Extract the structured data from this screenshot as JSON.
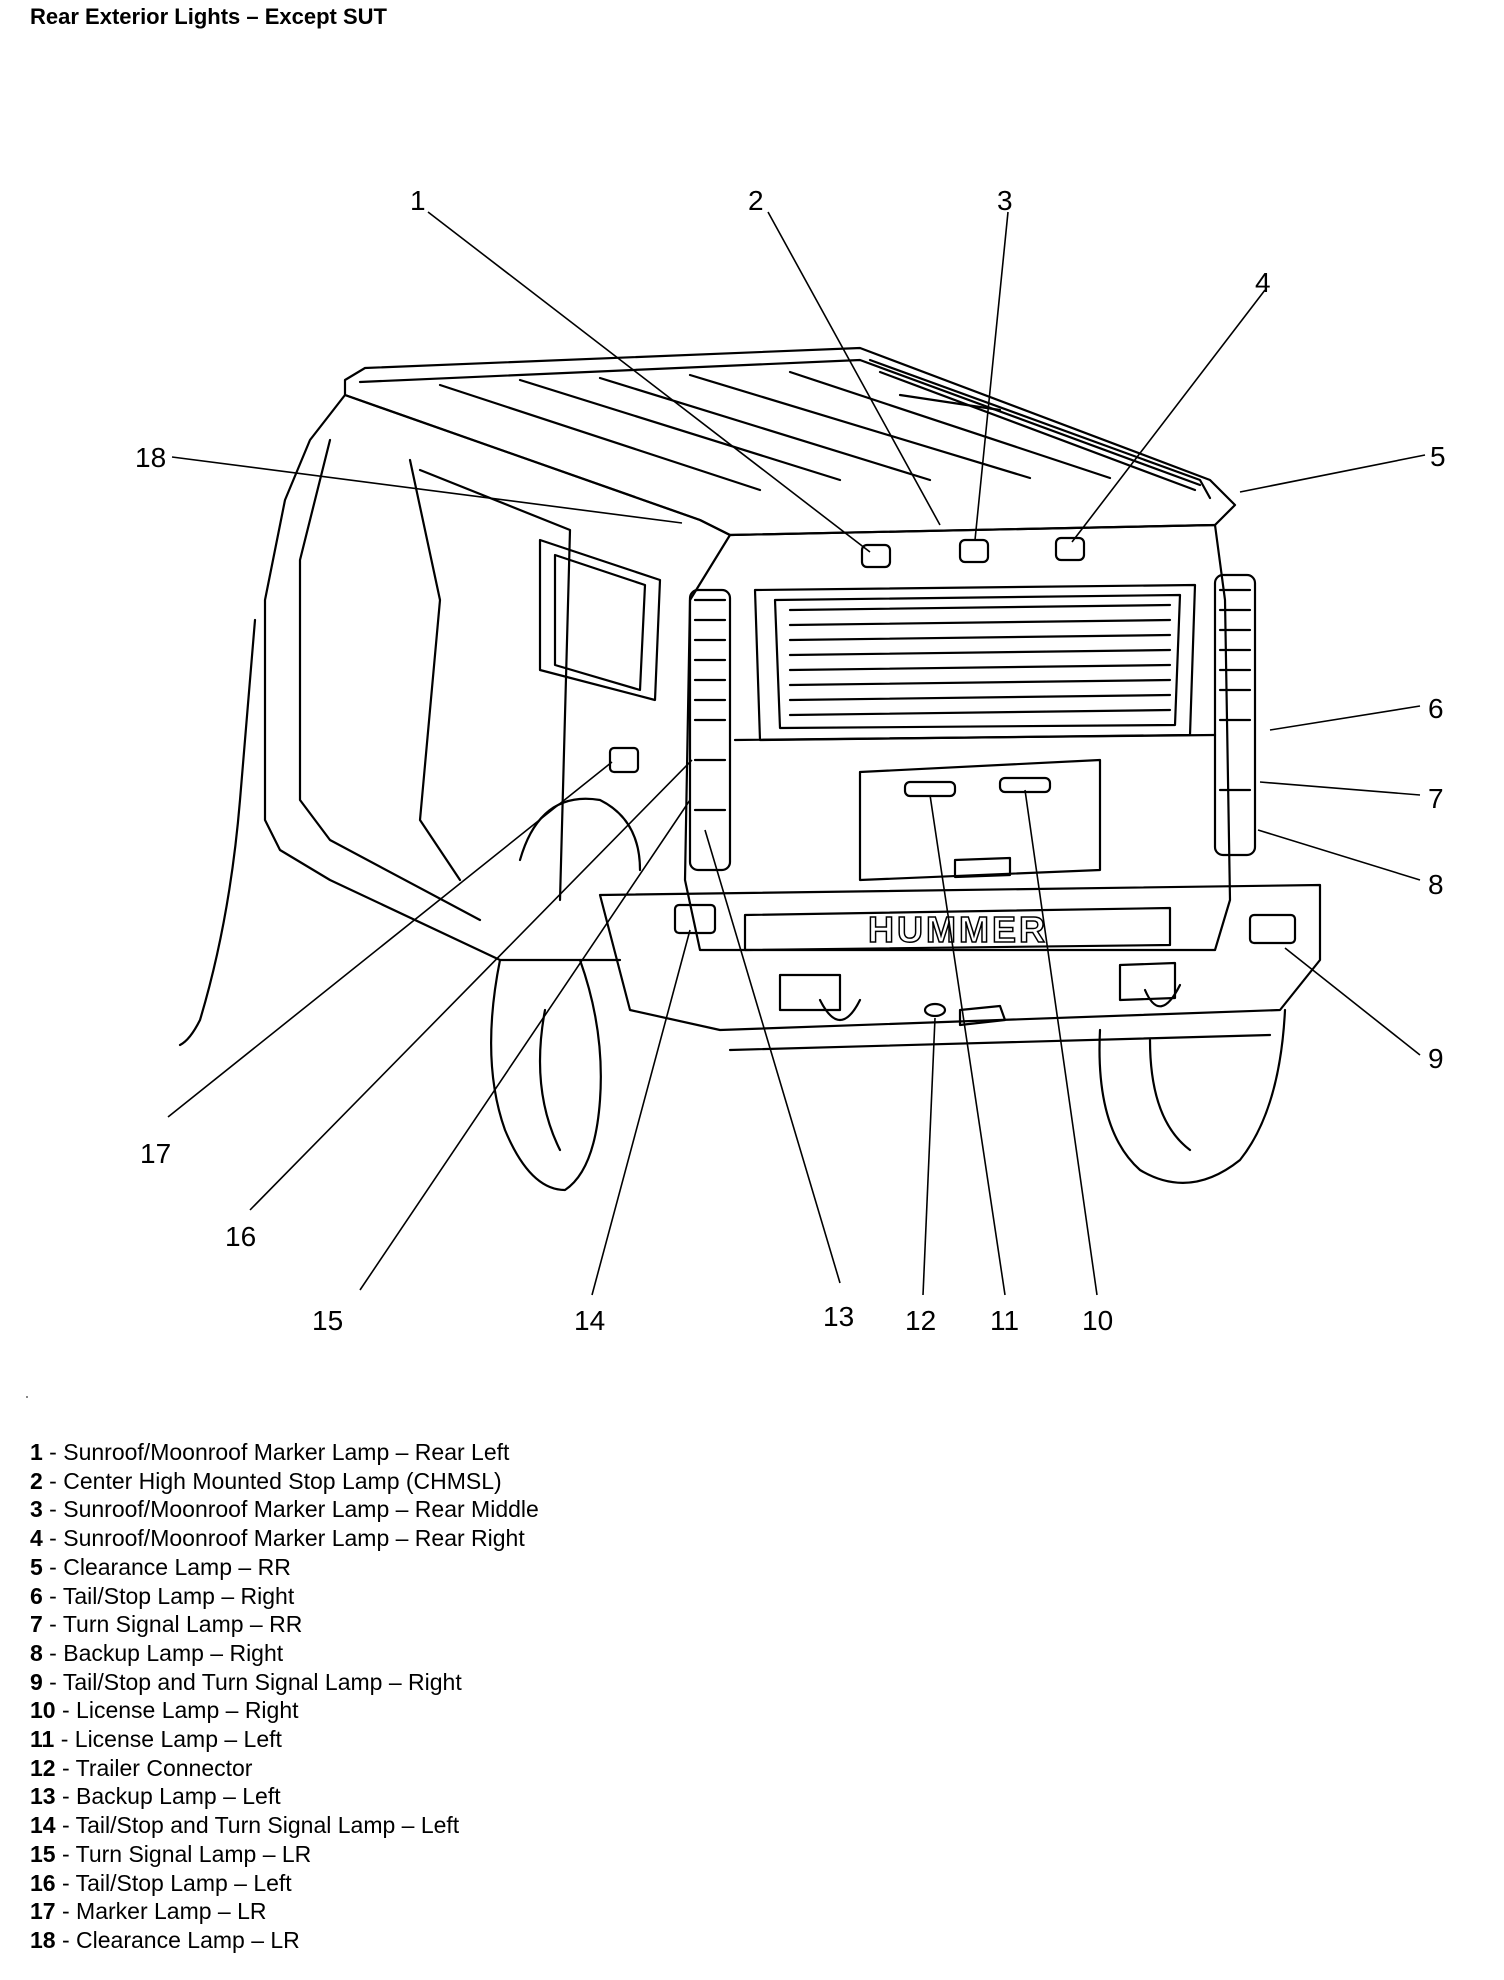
{
  "title": "Rear Exterior Lights – Except SUT",
  "callouts": [
    "1",
    "2",
    "3",
    "4",
    "5",
    "6",
    "7",
    "8",
    "9",
    "10",
    "11",
    "12",
    "13",
    "14",
    "15",
    "16",
    "17",
    "18"
  ],
  "vehicle_badge": "HUMMER",
  "legend": [
    {
      "num": "1",
      "sep": " - ",
      "text": "Sunroof/Moonroof Marker Lamp – Rear Left"
    },
    {
      "num": "2",
      "sep": " - ",
      "text": "Center High Mounted Stop Lamp (CHMSL)"
    },
    {
      "num": "3",
      "sep": " - ",
      "text": "Sunroof/Moonroof Marker Lamp – Rear Middle"
    },
    {
      "num": "4",
      "sep": " - ",
      "text": "Sunroof/Moonroof Marker Lamp – Rear Right"
    },
    {
      "num": "5",
      "sep": " - ",
      "text": "Clearance Lamp – RR"
    },
    {
      "num": "6",
      "sep": " - ",
      "text": "Tail/Stop Lamp – Right"
    },
    {
      "num": "7",
      "sep": " - ",
      "text": "Turn Signal Lamp – RR"
    },
    {
      "num": "8",
      "sep": " - ",
      "text": "Backup Lamp – Right"
    },
    {
      "num": "9",
      "sep": " - ",
      "text": "Tail/Stop and Turn Signal Lamp – Right"
    },
    {
      "num": "10",
      "sep": " - ",
      "text": "License Lamp – Right"
    },
    {
      "num": "11",
      "sep": " - ",
      "text": "License Lamp – Left"
    },
    {
      "num": "12",
      "sep": " - ",
      "text": "Trailer Connector"
    },
    {
      "num": "13",
      "sep": " - ",
      "text": "Backup Lamp – Left"
    },
    {
      "num": "14",
      "sep": " - ",
      "text": "Tail/Stop and Turn Signal Lamp – Left"
    },
    {
      "num": "15",
      "sep": " - ",
      "text": "Turn Signal Lamp – LR"
    },
    {
      "num": "16",
      "sep": " - ",
      "text": "Tail/Stop Lamp – Left"
    },
    {
      "num": "17",
      "sep": " - ",
      "text": "Marker Lamp – LR"
    },
    {
      "num": "18",
      "sep": " - ",
      "text": "Clearance Lamp – LR"
    }
  ]
}
